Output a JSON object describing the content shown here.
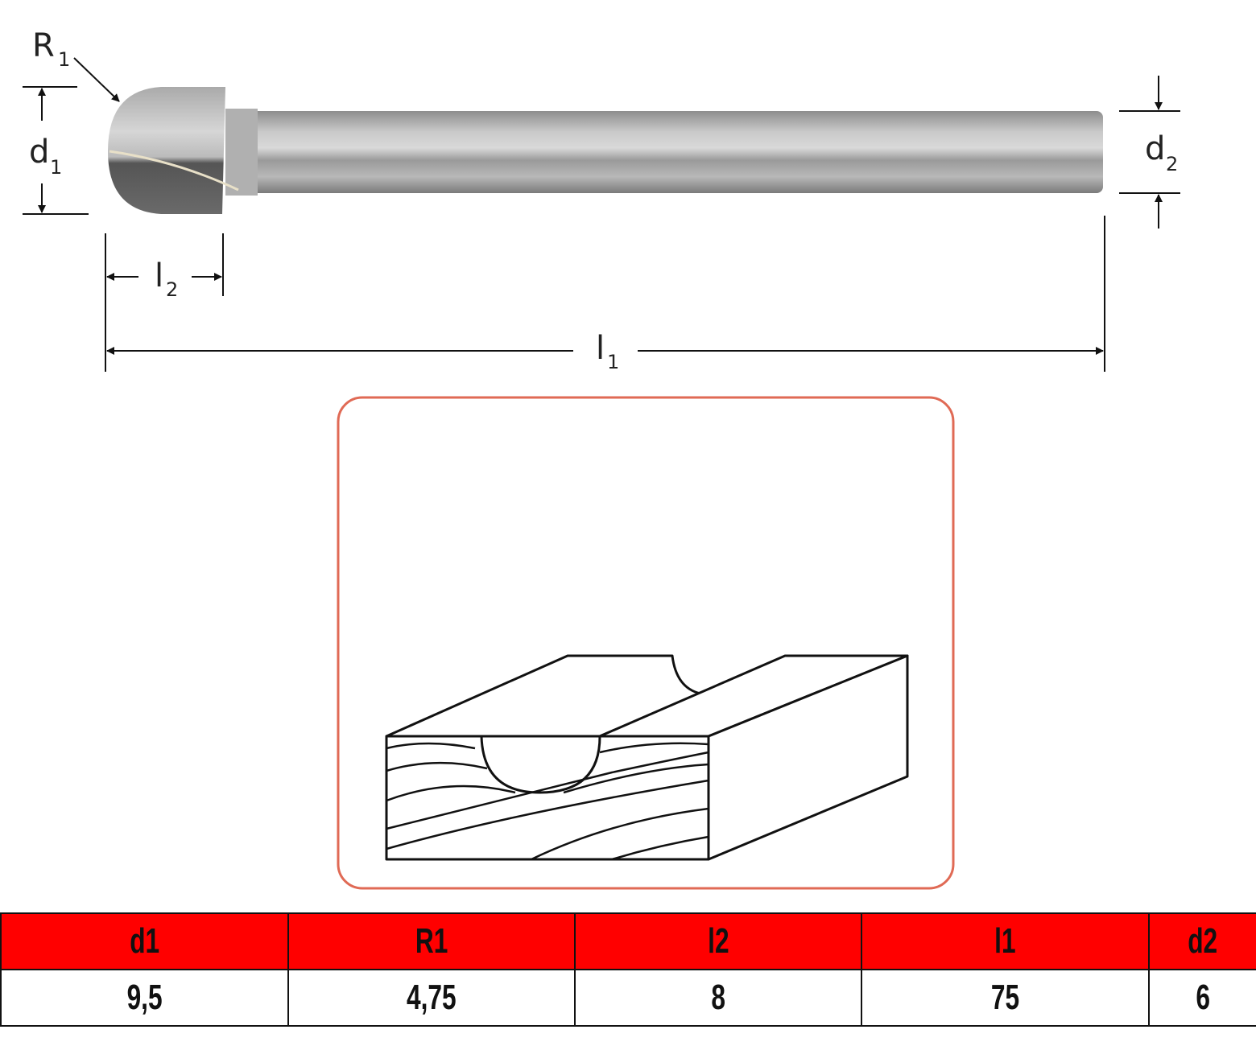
{
  "diagram": {
    "labels": {
      "R1": {
        "main": "R",
        "sub": "1"
      },
      "d1": {
        "main": "d",
        "sub": "1"
      },
      "d2": {
        "main": "d",
        "sub": "2"
      },
      "l2": {
        "main": "l",
        "sub": "2"
      },
      "l1": {
        "main": "l",
        "sub": "1"
      }
    },
    "frame_color": "#e06a55"
  },
  "table": {
    "headers": [
      "d1",
      "R1",
      "l2",
      "l1",
      "d2"
    ],
    "values": [
      "9,5",
      "4,75",
      "8",
      "75",
      "6"
    ],
    "header_color": "#ff0000"
  }
}
